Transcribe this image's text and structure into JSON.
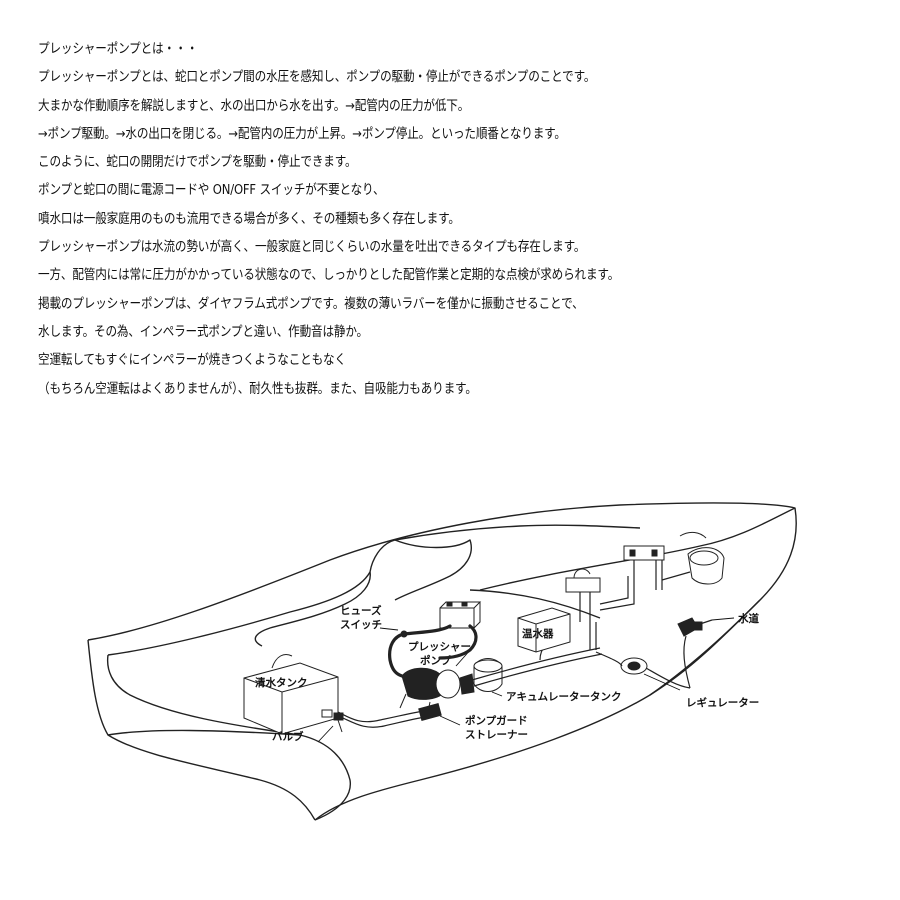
{
  "text": {
    "lines": [
      "プレッシャーポンプとは・・・",
      "プレッシャーポンプとは、蛇口とポンプ間の水圧を感知し、ポンプの駆動・停止ができるポンプのことです。",
      "大まかな作動順序を解説しますと、水の出口から水を出す。→配管内の圧力が低下。",
      "→ポンプ駆動。→水の出口を閉じる。→配管内の圧力が上昇。→ポンプ停止。といった順番となります。",
      "このように、蛇口の開閉だけでポンプを駆動・停止できます。",
      "ポンプと蛇口の間に電源コードや ON/OFF スイッチが不要となり、",
      "噴水口は一般家庭用のものも流用できる場合が多く、その種類も多く存在します。",
      "プレッシャーポンプは水流の勢いが高く、一般家庭と同じくらいの水量を吐出できるタイプも存在します。",
      "一方、配管内には常に圧力がかかっている状態なので、しっかりとした配管作業と定期的な点検が求められます。",
      "掲載のプレッシャーポンプは、ダイヤフラム式ポンプです。複数の薄いラバーを僅かに振動させることで、",
      "水します。その為、インペラー式ポンプと違い、作動音は静か。",
      "空運転してもすぐにインペラーが焼きつくようなこともなく",
      "（もちろん空運転はよくありませんが）、耐久性も抜群。また、自吸能力もあります。"
    ]
  },
  "diagram": {
    "labels": {
      "fuse_switch_line1": "ヒューズ",
      "fuse_switch_line2": "スイッチ",
      "pressure_pump_line1": "プレッシャー",
      "pressure_pump_line2": "ポンプ",
      "water_heater": "温水器",
      "fresh_water_tank": "清水タンク",
      "valve": "バルブ",
      "pump_guard_line1": "ポンプガード",
      "pump_guard_line2": "ストレーナー",
      "accumulator_tank": "アキュムレータータンク",
      "regulator": "レギュレーター",
      "water_supply": "水道"
    }
  }
}
